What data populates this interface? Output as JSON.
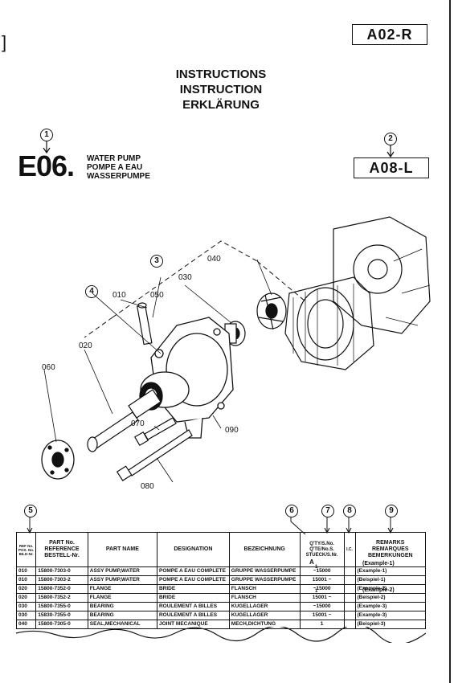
{
  "corner_bracket": "]",
  "page_code_top": "A02-R",
  "instructions": [
    "INSTRUCTIONS",
    "INSTRUCTION",
    "ERKLÄRUNG"
  ],
  "callouts": {
    "c1": "1",
    "c2": "2",
    "c3": "3",
    "c4": "4",
    "c5": "5",
    "c6": "6",
    "c7": "7",
    "c8": "8",
    "c9": "9"
  },
  "group": {
    "code": "E06.",
    "names": [
      "WATER PUMP",
      "POMPE A EAU",
      "WASSERPUMPE"
    ]
  },
  "page_code_right": "A08-L",
  "diagram_part_numbers": [
    "040",
    "010",
    "050",
    "030",
    "020",
    "060",
    "070",
    "090",
    "080"
  ],
  "table": {
    "headers": {
      "ref": [
        "REF No.",
        "POS. No.",
        "BILD-Nr."
      ],
      "part_no": [
        "PART No.",
        "REFERENCE",
        "BESTELL-Nr."
      ],
      "part_name": "PART NAME",
      "designation": "DESIGNATION",
      "bezeichnung": "BEZEICHNUNG",
      "qty": [
        "Q'TY/S.No.",
        "Q'TE/No.S.",
        "STUECK/S.Nr."
      ],
      "ic": "I.C.",
      "remarks": [
        "REMARKS",
        "REMARQUES",
        "BEMERKUNGEN"
      ]
    },
    "qty_marker": "A",
    "rows": [
      {
        "ref": "010",
        "part_no": "15800-7303-0",
        "name": "ASSY PUMP,WATER",
        "designation": "POMPE A EAU COMPLETE",
        "bezeichnung": "GRUPPE WASSERPUMPE",
        "qty": "~15000",
        "remarks": "(Example-1)"
      },
      {
        "ref": "010",
        "part_no": "15800-7303-2",
        "name": "ASSY PUMP,WATER",
        "designation": "POMPE A EAU COMPLETE",
        "bezeichnung": "GRUPPE WASSERPUMPE",
        "qty": "15001 ~",
        "remarks": "(Beispiel-1)"
      },
      {
        "ref": "020",
        "part_no": "15800-7352-0",
        "name": "FLANGE",
        "designation": "BRIDE",
        "bezeichnung": "FLANSCH",
        "qty": "~15000",
        "remarks": "(Example-2)"
      },
      {
        "ref": "020",
        "part_no": "15800-7352-2",
        "name": "FLANGE",
        "designation": "BRIDE",
        "bezeichnung": "FLANSCH",
        "qty": "15001 ~",
        "remarks": "(Beispiel-2)"
      },
      {
        "ref": "030",
        "part_no": "15800-7355-0",
        "name": "BEARING",
        "designation": "ROULEMENT A BILLES",
        "bezeichnung": "KUGELLAGER",
        "qty": "~15000",
        "remarks": "(Example-3)"
      },
      {
        "ref": "030",
        "part_no": "15830-7355-0",
        "name": "BEARING",
        "designation": "ROULEMENT A BILLES",
        "bezeichnung": "KUGELLAGER",
        "qty": "15001 ~",
        "remarks": "(Example-3)"
      },
      {
        "ref": "040",
        "part_no": "15800-7305-0",
        "name": "SEAL,MECHANICAL",
        "designation": "JOINT MECANIQUE",
        "bezeichnung": "MECH,DICHTUNG",
        "qty": "1",
        "remarks": "(Beispiel-3)"
      }
    ],
    "extra_remarks": [
      "(Example-1)",
      "(Example-2)"
    ],
    "extra_qty": [
      "1",
      "1"
    ]
  }
}
